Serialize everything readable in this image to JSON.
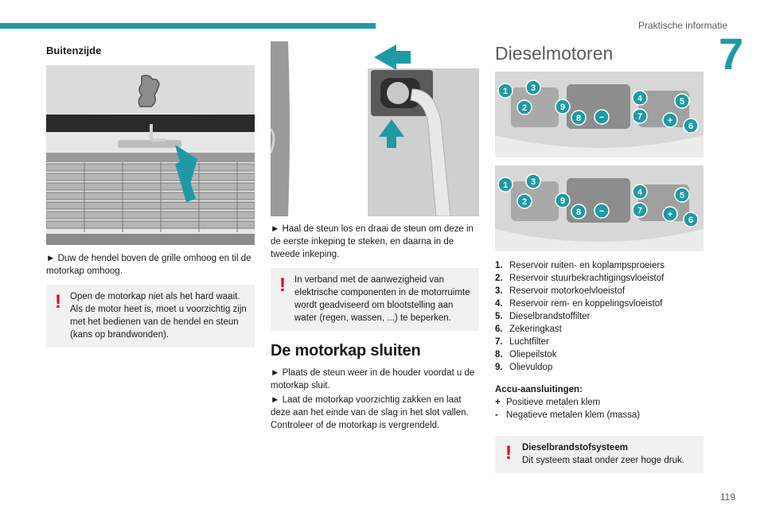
{
  "header": {
    "section_title": "Praktische informatie",
    "chapter_number": "7"
  },
  "col1": {
    "heading": "Buitenzijde",
    "step1": "► Duw de hendel boven de grille omhoog en til de motorkap omhoog.",
    "warning": "Open de motorkap niet als het hard waait. Als de motor heet is, moet u voorzichtig zijn met het bedienen van de hendel en steun (kans op brandwonden)."
  },
  "col2": {
    "step1": "► Haal de steun los en draai de steun om deze in de eerste inkeping te steken, en daarna in de tweede inkeping.",
    "warning": "In verband met de aanwezigheid van elektrische componenten in de motorruimte wordt geadviseerd om blootstelling aan water (regen, wassen, ...) te beperken.",
    "heading": "De motorkap sluiten",
    "step2": "► Plaats de steun weer in de houder voordat u de motorkap sluit.",
    "step3": "► Laat de motorkap voorzichtig zakken en laat deze aan het einde van de slag in het slot vallen. Controleer of de motorkap is vergrendeld."
  },
  "col3": {
    "heading": "Dieselmotoren",
    "parts": [
      {
        "num": "1.",
        "label": "Reservoir ruiten- en koplampsproeiers"
      },
      {
        "num": "2.",
        "label": "Reservoir stuurbekrachtigingsvloeistof"
      },
      {
        "num": "3.",
        "label": "Reservoir motorkoelvloeistof"
      },
      {
        "num": "4.",
        "label": "Reservoir rem- en koppelingsvloeistof"
      },
      {
        "num": "5.",
        "label": "Dieselbrandstoffilter"
      },
      {
        "num": "6.",
        "label": "Zekeringkast"
      },
      {
        "num": "7.",
        "label": "Luchtfilter"
      },
      {
        "num": "8.",
        "label": "Oliepeilstok"
      },
      {
        "num": "9.",
        "label": "Olievuldop"
      }
    ],
    "battery_title": "Accu-aansluitingen:",
    "battery": [
      {
        "sign": "+",
        "label": "Positieve metalen klem"
      },
      {
        "sign": "-",
        "label": "Negatieve metalen klem (massa)"
      }
    ],
    "warning_title": "Dieselbrandstofsysteem",
    "warning_text": "Dit systeem staat onder zeer hoge druk."
  },
  "engine_markers": [
    "1",
    "2",
    "3",
    "4",
    "5",
    "6",
    "7",
    "8",
    "9",
    "−",
    "+"
  ],
  "warning_symbol": "!",
  "page_number": "119",
  "colors": {
    "accent": "#1e9aa6",
    "warning_red": "#e3001b",
    "marker_teal": "#1e9aa6",
    "panel_gray": "#f1f1f1"
  }
}
